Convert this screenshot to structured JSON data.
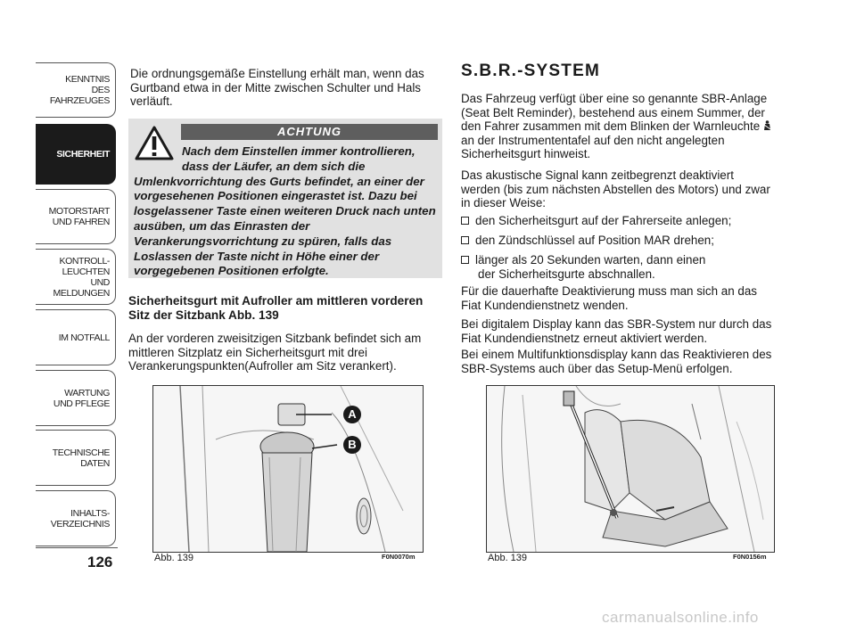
{
  "sidebar": {
    "tabs": [
      {
        "label": "KENNTNIS\nDES FAHRZEUGES",
        "active": false
      },
      {
        "label": "SICHERHEIT",
        "active": true
      },
      {
        "label": "MOTORSTART\nUND FAHREN",
        "active": false
      },
      {
        "label": "KONTROLL-\nLEUCHTEN\nUND MELDUNGEN",
        "active": false
      },
      {
        "label": "IM NOTFALL",
        "active": false
      },
      {
        "label": "WARTUNG\nUND PFLEGE",
        "active": false
      },
      {
        "label": "TECHNISCHE\nDATEN",
        "active": false
      },
      {
        "label": "INHALTS-\nVERZEICHNIS",
        "active": false
      }
    ],
    "page_number": "126"
  },
  "left": {
    "intro": "Die ordnungsgemäße Einstellung erhält man, wenn das Gurtband etwa in der Mitte zwischen Schulter und Hals verläuft.",
    "warning": {
      "header": "ACHTUNG",
      "text_indented": "Nach dem Einstellen immer kontrollieren, dass der Läufer, an dem sich die",
      "text_rest": "Umlenkvorrichtung des Gurts befindet, an einer der vorgesehenen Positionen eingerastet ist. Dazu bei losgelassener Taste einen weiteren Druck nach unten ausüben, um das Einrasten der Verankerungsvorrichtung zu spüren, falls das Loslassen der Taste nicht in Höhe einer der vorgegebenen Positionen erfolgte."
    },
    "heading": "Sicherheitsgurt mit Aufroller am mittleren vorderen Sitz der Sitzbank Abb. 139",
    "body": "An der vorderen zweisitzigen Sitzbank befindet sich am mittleren Sitzplatz ein Sicherheitsgurt mit drei Verankerungspunkten(Aufroller am Sitz verankert).",
    "figure": {
      "caption": "Abb. 139",
      "code": "F0N0070m",
      "label_a": "A",
      "label_b": "B"
    }
  },
  "right": {
    "title": "S.B.R.-SYSTEM",
    "para1": "Das Fahrzeug verfügt über eine so genannte SBR-Anlage (Seat Belt Reminder), bestehend aus einem Summer, der den Fahrer zusammen mit dem Blinken der Warnleuchte",
    "para1_end": "an der Instrumententafel auf den nicht angelegten Sicherheitsgurt hinweist.",
    "para2": "Das akustische Signal kann zeitbegrenzt deaktiviert werden (bis zum nächsten Abstellen des Motors) und zwar in dieser Weise:",
    "steps": [
      "den Sicherheitsgurt auf der Fahrerseite anlegen;",
      "den Zündschlüssel auf Position MAR drehen;",
      "länger als 20 Sekunden warten, dann einen",
      "der Sicherheitsgurte abschnallen."
    ],
    "para3": "Für die dauerhafte Deaktivierung muss man sich an das Fiat Kundendienstnetz wenden.",
    "para4": "Bei digitalem Display kann das SBR-System nur durch das Fiat Kundendienstnetz erneut aktiviert werden.",
    "para5": "Bei einem Multifunktionsdisplay kann das Reaktivieren des SBR-Systems auch über das Setup-Menü erfolgen.",
    "figure": {
      "caption": "Abb. 139",
      "code": "F0N0156m"
    }
  },
  "watermark": "carmanualsonline.info",
  "colors": {
    "active_tab": "#1b1b1b",
    "warning_bg": "#e1e1e1",
    "warning_header": "#5e5e5e"
  }
}
